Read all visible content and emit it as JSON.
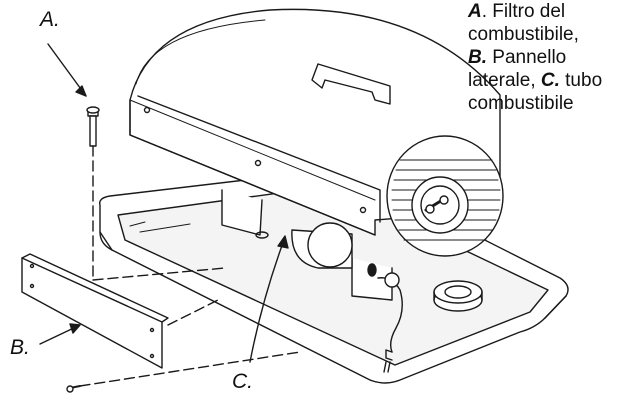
{
  "callouts": {
    "a": "A.",
    "b": "B.",
    "c": "C."
  },
  "legend": {
    "a_letter": "A",
    "a_text": ". Filtro del combustibile,",
    "b_letter": "B.",
    "b_text": " Pannello laterale, ",
    "c_letter": "C.",
    "c_text": " tubo combustibile"
  },
  "colors": {
    "line": "#1a1a1a",
    "fill": "#ffffff",
    "shade": "#d0d0d0"
  }
}
